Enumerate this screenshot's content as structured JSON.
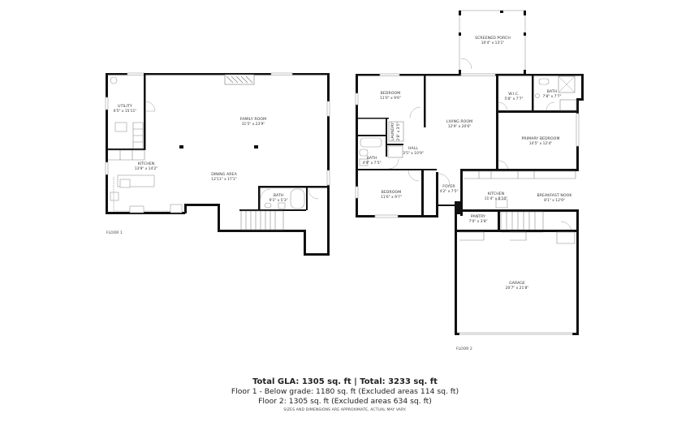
{
  "floor1": {
    "label": "FLOOR 1",
    "rooms": [
      {
        "name": "UTILITY",
        "dims": "6'5\" x 15'11\""
      },
      {
        "name": "FAMILY ROOM",
        "dims": "31'5\" x 23'9\""
      },
      {
        "name": "KITCHEN",
        "dims": "13'9\" x 14'2\""
      },
      {
        "name": "DINING AREA",
        "dims": "12'11\" x 17'1\""
      },
      {
        "name": "BATH",
        "dims": "9'1\" x 5'3\""
      }
    ]
  },
  "floor2": {
    "label": "FLOOR 2",
    "rooms": [
      {
        "name": "SCREENED PORCH",
        "dims": "10'4\" x 13'1\""
      },
      {
        "name": "BEDROOM",
        "dims": "11'0\" x 9'6\""
      },
      {
        "name": "LIVING ROOM",
        "dims": "12'9\" x 20'6\""
      },
      {
        "name": "W.I.C.",
        "dims": "5'8\" x 7'7\""
      },
      {
        "name": "BATH",
        "dims": "7'8\" x 7'7\""
      },
      {
        "name": "PRIMARY BEDROOM",
        "dims": "14'5\" x 12'4\""
      },
      {
        "name": "LAUNDRY",
        "dims": "2'8\" x 3'5\""
      },
      {
        "name": "HALL",
        "dims": "3'5\" x 10'9\""
      },
      {
        "name": "BATH",
        "dims": "4'9\" x 7'5\""
      },
      {
        "name": "BEDROOM",
        "dims": "11'6\" x 9'7\""
      },
      {
        "name": "FOYER",
        "dims": "4'2\" x 7'5\""
      },
      {
        "name": "KITCHEN",
        "dims": "11'4\" x 8'10\""
      },
      {
        "name": "BREAKFAST NOOK",
        "dims": "8'1\" x 12'9\""
      },
      {
        "name": "PANTRY",
        "dims": "7'0\" x 3'8\""
      },
      {
        "name": "GARAGE",
        "dims": "20'7\" x 21'8\""
      }
    ]
  },
  "summary": {
    "total": "Total GLA: 1305 sq. ft | Total: 3233 sq. ft",
    "floor1": "Floor 1 - Below grade: 1180 sq. ft (Excluded areas 114 sq. ft)",
    "floor2": "Floor 2: 1305 sq. ft (Excluded areas 634 sq. ft)",
    "disclaimer": "SIZES AND DIMENSIONS ARE APPROXIMATE, ACTUAL MAY VARY."
  }
}
